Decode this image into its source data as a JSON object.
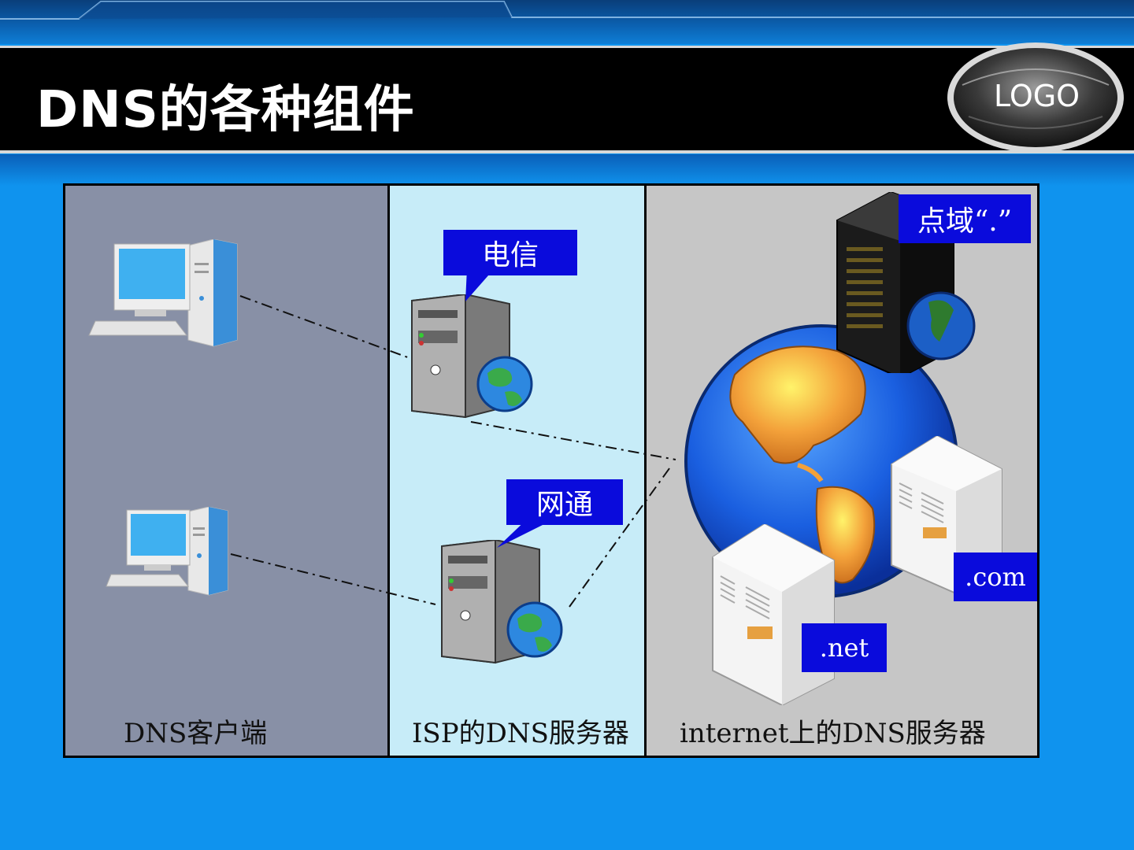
{
  "slide": {
    "title": "DNS的各种组件",
    "logo_text": "LOGO"
  },
  "diagram": {
    "panels": [
      {
        "label": "DNS客户端"
      },
      {
        "label": "ISP的DNS服务器"
      },
      {
        "label": "internet上的DNS服务器"
      }
    ],
    "isp_servers": [
      {
        "name": "电信"
      },
      {
        "name": "网通"
      }
    ],
    "root_server": {
      "name": "点域“.”"
    },
    "tld_servers": [
      {
        "name": ".com"
      },
      {
        "name": ".net"
      }
    ],
    "connections": [
      {
        "from": "client-1",
        "to": "电信"
      },
      {
        "from": "client-2",
        "to": "网通"
      },
      {
        "from": "电信",
        "to": "internet"
      },
      {
        "from": "网通",
        "to": "internet"
      }
    ]
  },
  "colors": {
    "background": "#0f93ee",
    "title_bar": "#000000",
    "label_box": "#0a0bdc",
    "clients_panel": "#8890a6",
    "isp_panel": "#c7ecf8",
    "internet_panel": "#c6c6c6"
  }
}
